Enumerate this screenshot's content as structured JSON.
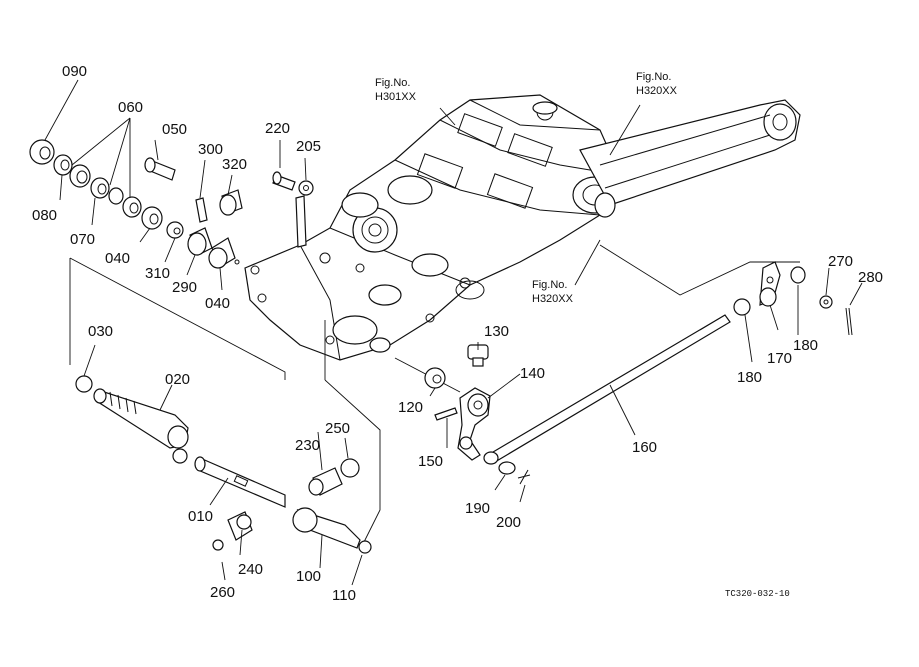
{
  "figure_refs": [
    {
      "line1": "Fig.No.",
      "line2": "H301XX"
    },
    {
      "line1": "Fig.No.",
      "line2": "H320XX"
    },
    {
      "line1": "Fig.No.",
      "line2": "H320XX"
    }
  ],
  "drawing_code": "TC320-032-10",
  "part_labels": [
    "090",
    "060",
    "050",
    "300",
    "320",
    "220",
    "205",
    "080",
    "070",
    "040",
    "310",
    "290",
    "040",
    "030",
    "020",
    "230",
    "250",
    "010",
    "240",
    "260",
    "100",
    "110",
    "130",
    "140",
    "120",
    "150",
    "160",
    "190",
    "200",
    "270",
    "280",
    "180",
    "170",
    "180"
  ]
}
